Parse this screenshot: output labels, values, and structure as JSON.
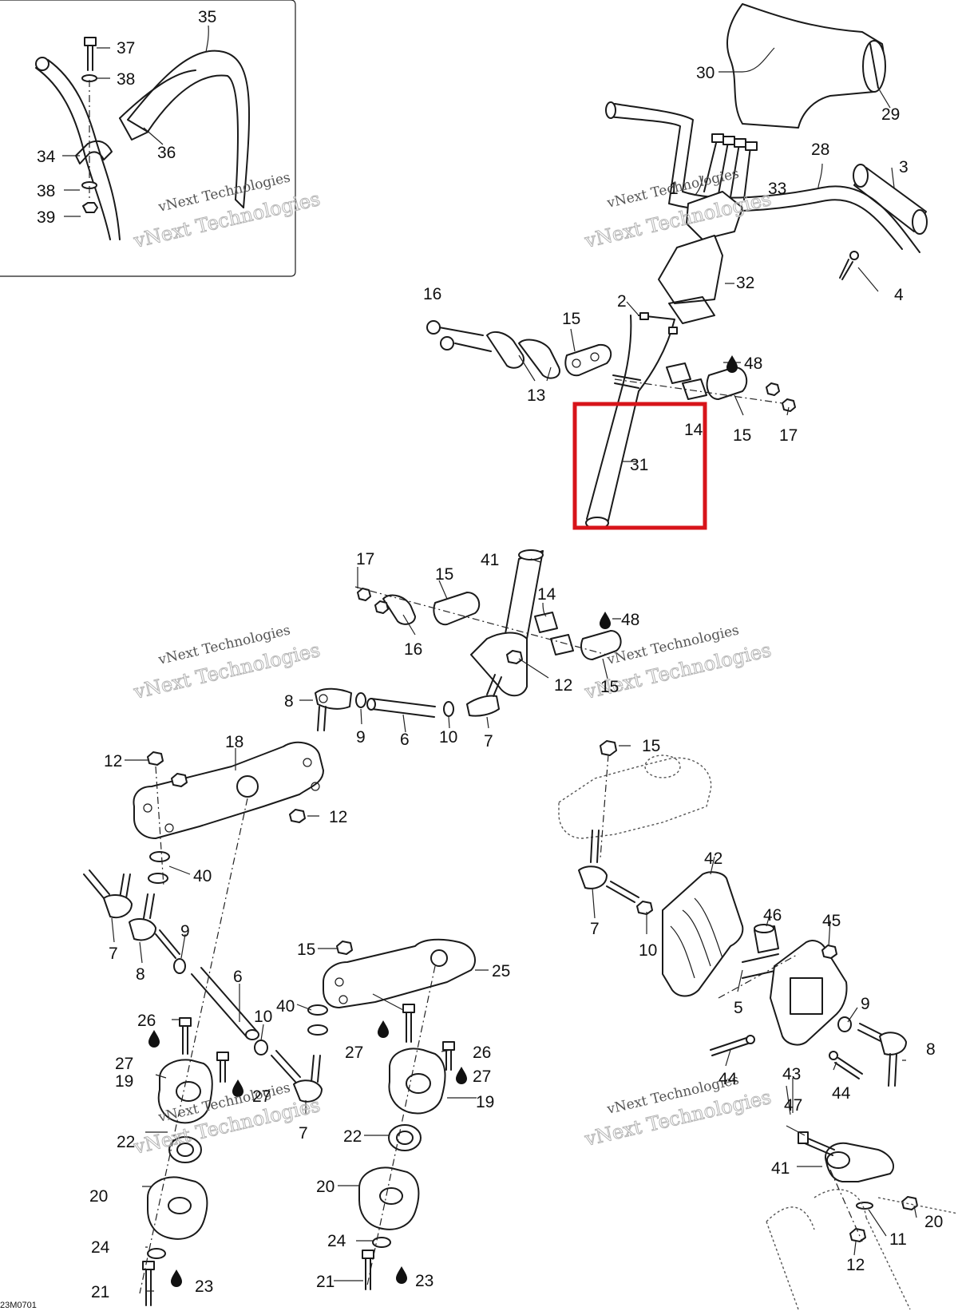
{
  "diagram": {
    "diagram_code": "23M0701",
    "watermark_line1": "vNext Technologies",
    "watermark_line2": "vNext Technologies",
    "highlight_color": "#d7141a",
    "callouts": [
      "1",
      "2",
      "3",
      "4",
      "5",
      "6",
      "7",
      "8",
      "9",
      "10",
      "11",
      "12",
      "13",
      "14",
      "15",
      "16",
      "17",
      "18",
      "19",
      "20",
      "21",
      "22",
      "23",
      "24",
      "25",
      "26",
      "27",
      "28",
      "29",
      "30",
      "31",
      "32",
      "33",
      "34",
      "35",
      "36",
      "37",
      "38",
      "39",
      "40",
      "41",
      "42",
      "43",
      "44",
      "45",
      "46",
      "47",
      "48"
    ]
  }
}
